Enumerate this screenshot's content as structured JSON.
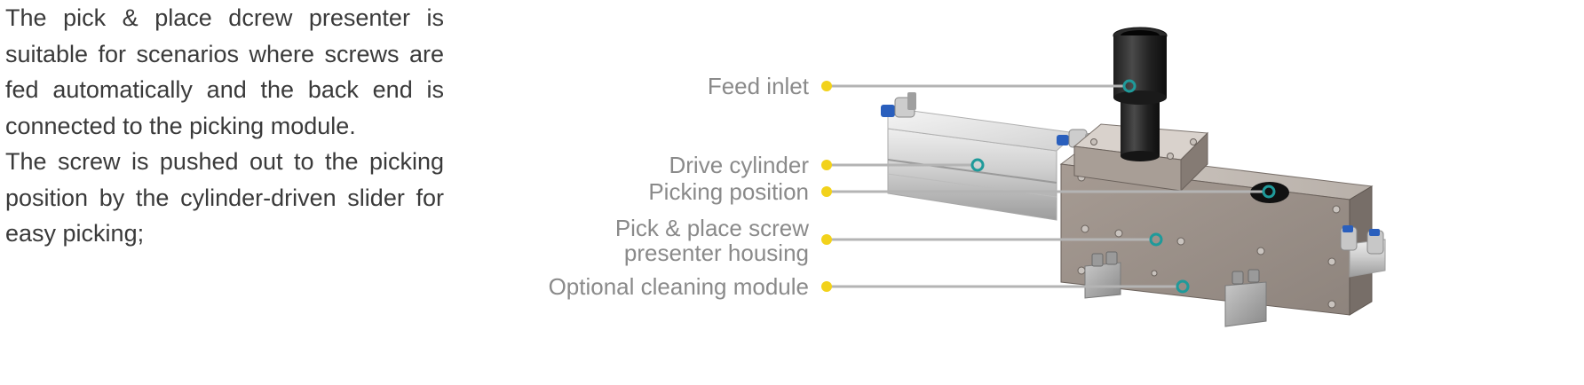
{
  "description": {
    "paragraph1": "The pick & place dcrew presenter is suitable for scenarios where screws are fed automatically and the back end is connected to the picking module.",
    "paragraph2": "The screw is pushed out to the picking position by the cylinder-driven slider for easy picking;"
  },
  "callouts": [
    {
      "label": "Feed inlet"
    },
    {
      "label": "Drive cylinder"
    },
    {
      "label": "Picking position"
    },
    {
      "label_line1": "Pick & place screw",
      "label_line2": "presenter housing"
    },
    {
      "label": "Optional cleaning module"
    }
  ],
  "colors": {
    "text": "#3a3a3a",
    "label": "#8a8a8a",
    "dot": "#f2d21b",
    "leader": "#b4b4b4",
    "target_ring": "#1f9a9a"
  }
}
